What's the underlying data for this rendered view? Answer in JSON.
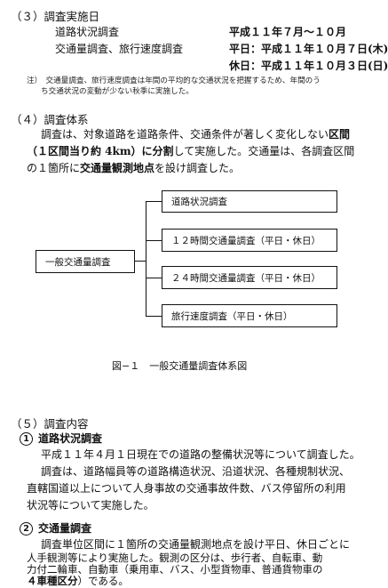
{
  "section3": {
    "heading": "（３）調査実施日",
    "row1_label": "道路状況調査",
    "row1_value": "平成１１年７月〜１０月",
    "row2_label": "交通量調査、旅行速度調査",
    "row2_value": "平日：平成１１年１０月７日(木)",
    "row3_value": "休日：平成１１年１０月３日(日)",
    "note1": "注）　交通量調査、旅行速度調査は年間の平均的な交通状況を把握するため、年間のう",
    "note2": "ち交通状況の変動が少ない秋季に実施した。"
  },
  "section4": {
    "heading": "（４）調査体系",
    "p1a": "調査は、対象道路を道路条件、交通条件が著しく変化しない",
    "p1b": "区間",
    "p2a": "（１区間当り約 4km）に分割",
    "p2b": "して実施した。交通量は、各調査区間",
    "p3a": "の１箇所に",
    "p3b": "交通量観測地点",
    "p3c": "を設け調査した。"
  },
  "diagram": {
    "root": "一般交通量調査",
    "items": [
      "道路状況調査",
      "１２時間交通量調査（平日・休日）",
      "２４時間交通量調査（平日・休日）",
      "旅行速度調査（平日・休日）"
    ],
    "caption": "図−１　一般交通量調査体系図"
  },
  "section5": {
    "heading": "（５）調査内容",
    "sub1_num": "①",
    "sub1_title": "道路状況調査",
    "sub1_l1": "平成１１年４月１日現在での道路の整備状況等について調査した。",
    "sub1_l2": "調査は、道路幅員等の道路構造状況、沿道状況、各種規制状況、",
    "sub1_l3": "直轄国道以上について人身事故の交通事故件数、バス停留所の利用",
    "sub1_l4": "状況等について実施した。",
    "sub2_num": "②",
    "sub2_title": "交通量調査",
    "sub2_l1": "調査単位区間に１箇所の交通量観測地点を設け平日、休日ごとに",
    "sub2_l2": "人手観測等により実施した。観測の区分は、歩行者、自転車、動",
    "sub2_l3": "力付二輪車、自動車（乗用車、バス、小型貨物車、普通貨物車の",
    "sub2_l4a": "４車種区分",
    "sub2_l4b": "）である。"
  }
}
